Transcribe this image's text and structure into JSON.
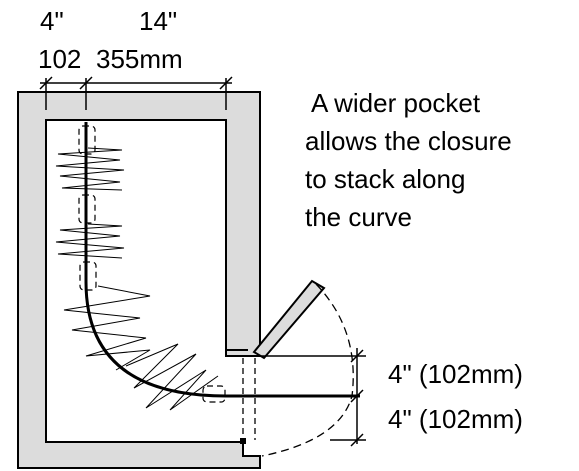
{
  "dims": {
    "top_left_inch": "4\"",
    "top_left_mm": "102",
    "top_right_inch": "14\"",
    "top_right_mm": "355mm",
    "side_upper": "4\" (102mm)",
    "side_lower": "4\" (102mm)"
  },
  "note": {
    "line1": "A wider pocket",
    "line2": "allows the closure",
    "line3": "to stack along",
    "line4": "the curve"
  },
  "colors": {
    "wall_fill": "#dcdcdc",
    "stroke": "#000000",
    "background": "#ffffff"
  }
}
